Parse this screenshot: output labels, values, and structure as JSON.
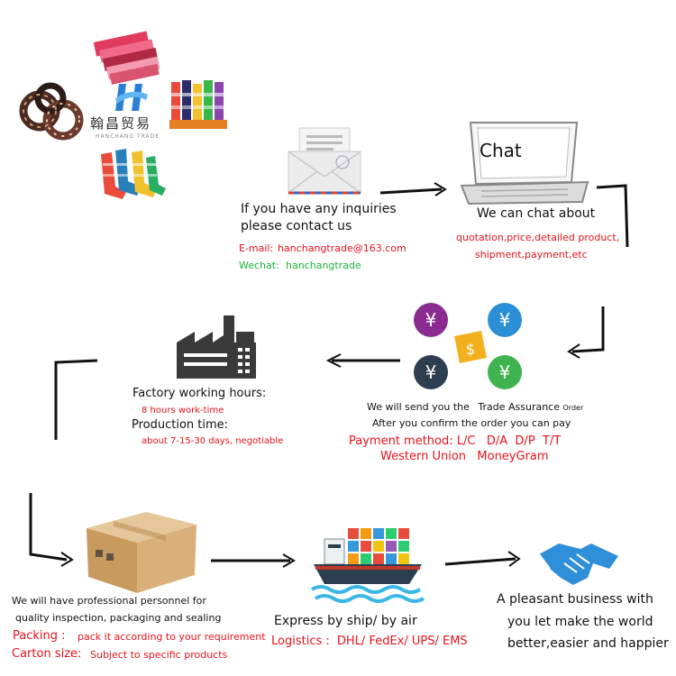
{
  "brand": {
    "name_cn": "翰昌贸易",
    "name_en": "HANCHANG TRADE"
  },
  "step_inquiry": {
    "line1": "If you have any inquiries",
    "line2": "please contact us",
    "email_label": "E-mail:",
    "email_value": "hanchangtrade@163.com",
    "wechat_label": "Wechat:",
    "wechat_value": "hanchangtrade"
  },
  "step_chat": {
    "screen_text": "Chat",
    "heading": "We can chat about",
    "topics_line1": "quotation,price,detailed product,",
    "topics_line2": "shipment,payment,etc"
  },
  "step_payment": {
    "line1_prefix": "We will send you the",
    "line1_highlight": "Trade Assurance",
    "line1_suffix": "Order",
    "line2": "After you confirm the order you can pay",
    "method_label": "Payment method:",
    "methods_line1": "L/C   D/A  D/P  T/T",
    "methods_line2": "Western Union   MoneyGram",
    "coin_symbol": "¥",
    "center_symbol": "$",
    "colors": [
      "#8b2b8f",
      "#2b8fd6",
      "#2d3e50",
      "#3fb34f",
      "#f2b01e"
    ]
  },
  "step_factory": {
    "hours_label": "Factory working hours:",
    "hours_value": "8 hours work-time",
    "production_label": "Production time:",
    "production_value": "about 7-15-30 days, negotiable"
  },
  "step_packing": {
    "line1": "We will have professional personnel for",
    "line2": "quality inspection, packaging and sealing",
    "packing_label": "Packing :",
    "packing_value": "pack it according to your requirement",
    "carton_label": "Carton size:",
    "carton_value": "Subject to specific products"
  },
  "step_shipping": {
    "heading": "Express by ship/ by air",
    "logistics_label": "Logistics :",
    "logistics_value": "DHL/ FedEx/ UPS/ EMS"
  },
  "step_business": {
    "line1": "A pleasant business with",
    "line2": "you let make the world",
    "line3": "better,easier and happier"
  },
  "icons": {
    "envelope": "envelope-icon",
    "laptop": "laptop-icon",
    "factory": "factory-icon",
    "box": "cardboard-box-icon",
    "ship": "cargo-ship-icon",
    "handshake": "handshake-icon"
  }
}
